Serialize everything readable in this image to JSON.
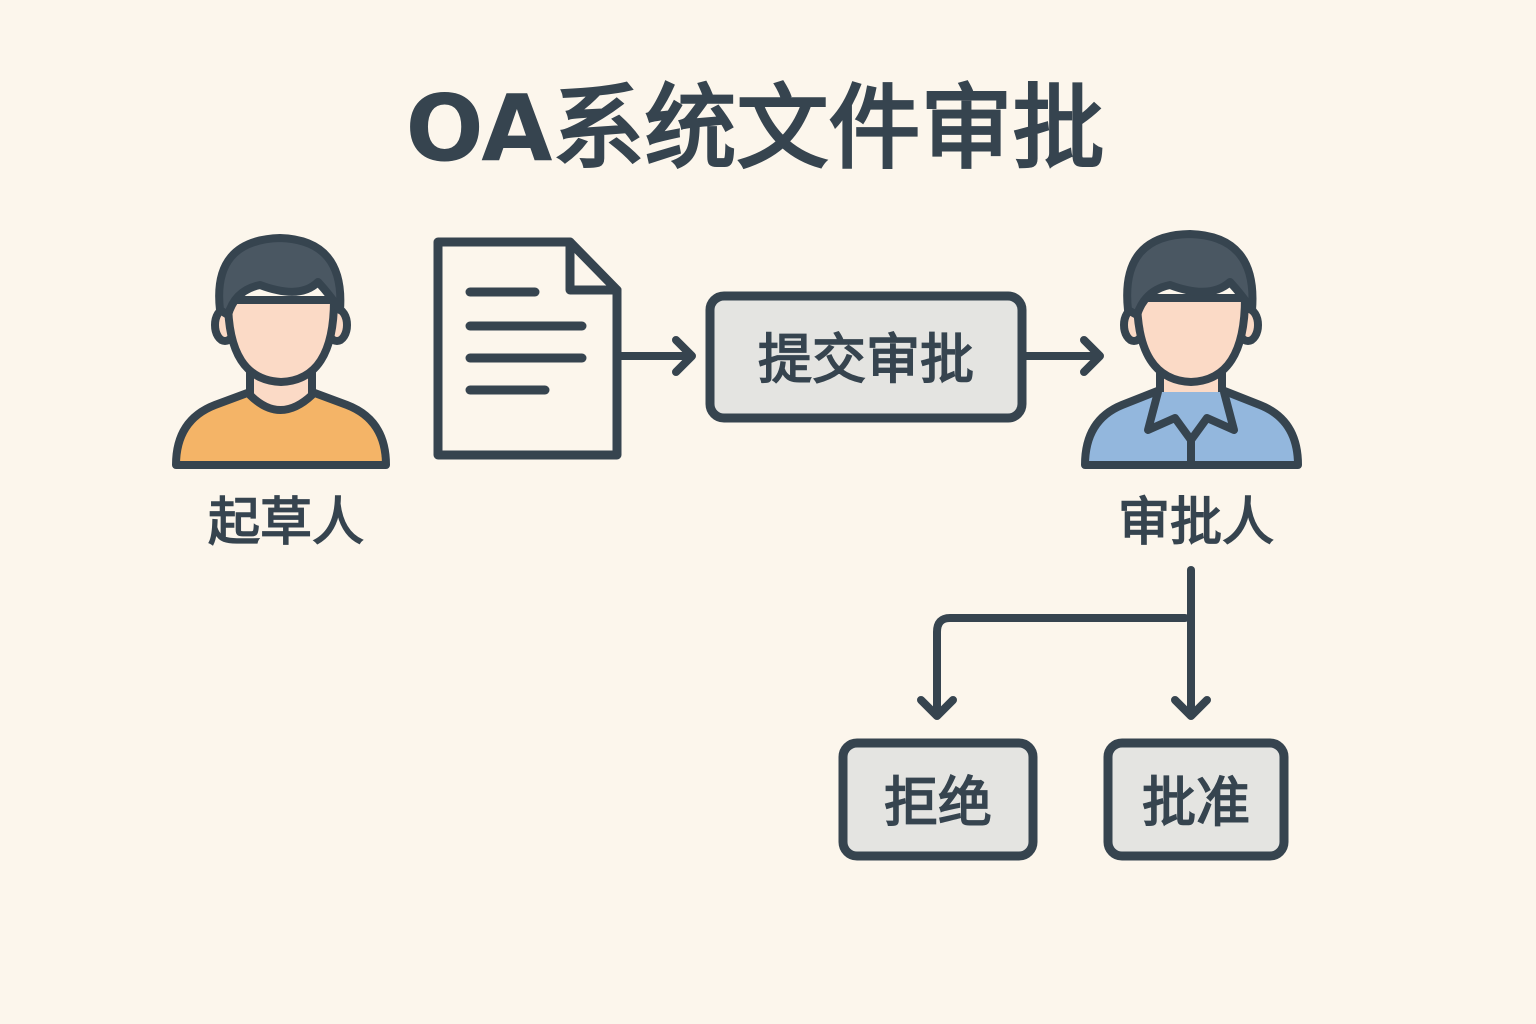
{
  "title": "OA系统文件审批",
  "nodes": {
    "drafter": "起草人",
    "submit": "提交审批",
    "approver": "审批人",
    "reject": "拒绝",
    "approve": "批准"
  },
  "colors": {
    "stroke": "#36444f",
    "background": "#fcf6ec",
    "box_fill": "#e4e4e1",
    "drafter_shirt": "#f4b467",
    "approver_shirt": "#93b7dd",
    "skin": "#fbdac6",
    "hair": "#4a5762"
  }
}
